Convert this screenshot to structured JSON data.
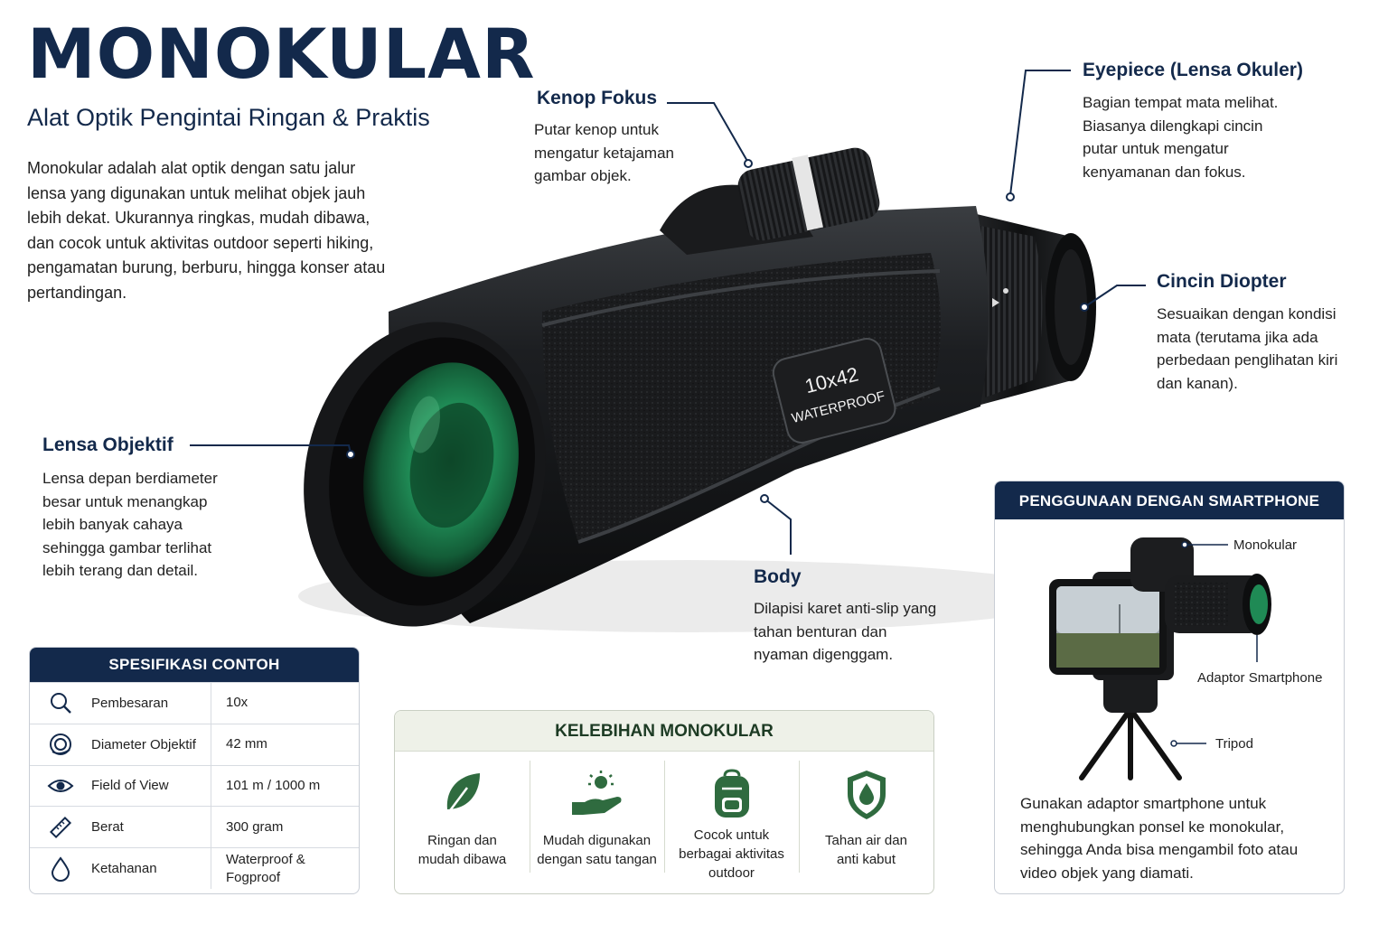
{
  "header": {
    "title": "MONOKULAR",
    "subtitle": "Alat Optik Pengintai Ringan & Praktis",
    "intro": "Monokular adalah alat optik dengan satu jalur lensa yang digunakan untuk melihat objek jauh lebih dekat. Ukurannya ringkas, mudah dibawa, dan cocok untuk aktivitas outdoor seperti hiking, pengamatan burung, berburu, hingga konser atau pertandingan."
  },
  "product": {
    "badge_line1": "10x42",
    "badge_line2": "WATERPROOF"
  },
  "callouts": {
    "kenop": {
      "title": "Kenop Fokus",
      "desc": "Putar kenop untuk mengatur ketajaman gambar objek."
    },
    "eyepiece": {
      "title": "Eyepiece (Lensa Okuler)",
      "desc": "Bagian tempat mata melihat. Biasanya dilengkapi cincin putar untuk mengatur kenyamanan dan fokus."
    },
    "diopter": {
      "title": "Cincin Diopter",
      "desc": "Sesuaikan dengan kondisi mata (terutama jika ada perbedaan penglihatan kiri dan kanan)."
    },
    "lensa": {
      "title": "Lensa Objektif",
      "desc": "Lensa depan berdiameter besar untuk menangkap lebih banyak cahaya sehingga gambar terlihat lebih terang dan detail."
    },
    "body": {
      "title": "Body",
      "desc": "Dilapisi karet anti-slip yang tahan benturan dan nyaman digenggam."
    }
  },
  "spec": {
    "title": "SPESIFIKASI CONTOH",
    "rows": [
      {
        "icon": "magnifier-icon",
        "label": "Pembesaran",
        "value": "10x"
      },
      {
        "icon": "lens-ring-icon",
        "label": "Diameter Objektif",
        "value": "42 mm"
      },
      {
        "icon": "eye-icon",
        "label": "Field of View",
        "value": "101 m / 1000 m"
      },
      {
        "icon": "ruler-icon",
        "label": "Berat",
        "value": "300 gram"
      },
      {
        "icon": "water-drop-icon",
        "label": "Ketahanan",
        "value": "Waterproof & Fogproof"
      }
    ]
  },
  "advantages": {
    "title": "KELEBIHAN MONOKULAR",
    "items": [
      {
        "icon": "leaf-icon",
        "label": "Ringan dan\nmudah dibawa"
      },
      {
        "icon": "hand-sun-icon",
        "label": "Mudah digunakan\ndengan satu tangan"
      },
      {
        "icon": "backpack-icon",
        "label": "Cocok untuk\nberbagai aktivitas\noutdoor"
      },
      {
        "icon": "shield-drop-icon",
        "label": "Tahan air dan\nanti kabut"
      }
    ]
  },
  "smartphone": {
    "title": "PENGGUNAAN DENGAN SMARTPHONE",
    "label_monokular": "Monokular",
    "label_adaptor": "Adaptor Smartphone",
    "label_tripod": "Tripod",
    "desc": "Gunakan adaptor smartphone untuk menghubungkan ponsel ke monokular, sehingga Anda bisa mengambil foto atau video objek yang diamati."
  },
  "colors": {
    "navy": "#13294b",
    "green_header": "#1d3b24",
    "lens_green": "#1f8a55"
  }
}
